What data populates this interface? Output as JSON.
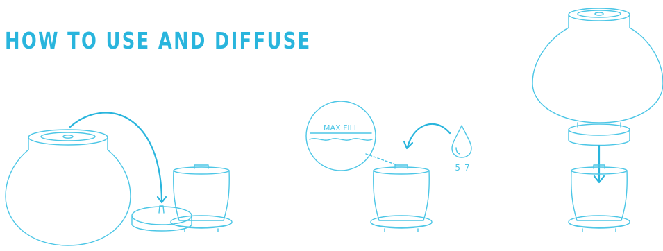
{
  "title": "HOW TO USE AND DIFFUSE",
  "steps": [
    {
      "illustration": "remove-cover"
    },
    {
      "illustration": "fill-water-add-oil",
      "fill_label": "MAX FILL",
      "drops_label": "5–7"
    },
    {
      "illustration": "replace-cover"
    }
  ],
  "colors": {
    "accent": "#29b5dd",
    "line": "#4cc6e6",
    "background": "#ffffff"
  }
}
